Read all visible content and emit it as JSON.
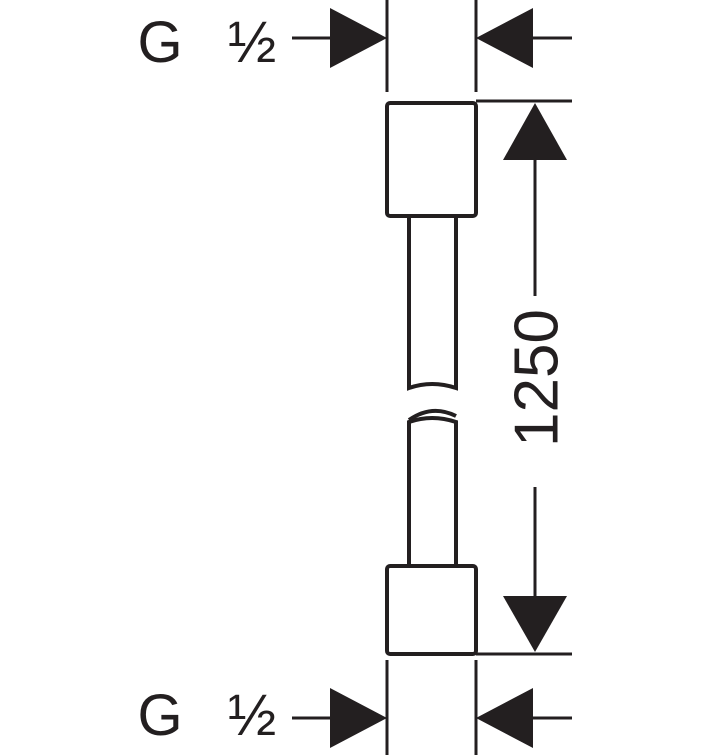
{
  "thread_top": {
    "letter": "G",
    "size": "½"
  },
  "thread_bottom": {
    "letter": "G",
    "size": "½"
  },
  "length_dimension": "1250",
  "colors": {
    "ink": "#231f20",
    "background": "#ffffff"
  }
}
